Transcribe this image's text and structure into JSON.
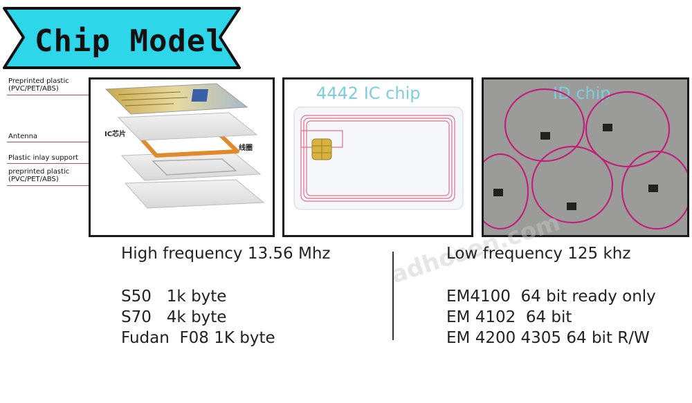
{
  "banner": {
    "title": "Chip Model",
    "fill_color": "#2ed6ea"
  },
  "layers_panel": {
    "callouts": [
      {
        "line1": "Preprinted plastic",
        "line2": "(PVC/PET/ABS)"
      },
      {
        "line1": "Antenna",
        "line2": ""
      },
      {
        "line1": "Plastic inlay support",
        "line2": ""
      },
      {
        "line1": "preprinted plastic",
        "line2": "(PVC/PET/ABS)"
      }
    ],
    "ic_label": "IC芯片",
    "coil_label": "线圈"
  },
  "ic_panel": {
    "title": "4442 IC chip"
  },
  "id_panel": {
    "title": "ID chip"
  },
  "watermark": {
    "text": "adhosen.com"
  },
  "left_specs": {
    "heading": "High frequency 13.56 Mhz",
    "items": [
      "S50   1k byte",
      "S70   4k byte",
      "Fudan  F08 1K byte"
    ]
  },
  "right_specs": {
    "heading": "Low frequency 125 khz",
    "items": [
      "EM4100  64 bit ready only",
      "EM 4102  64 bit",
      "EM 4200 4305 64 bit R/W"
    ]
  }
}
